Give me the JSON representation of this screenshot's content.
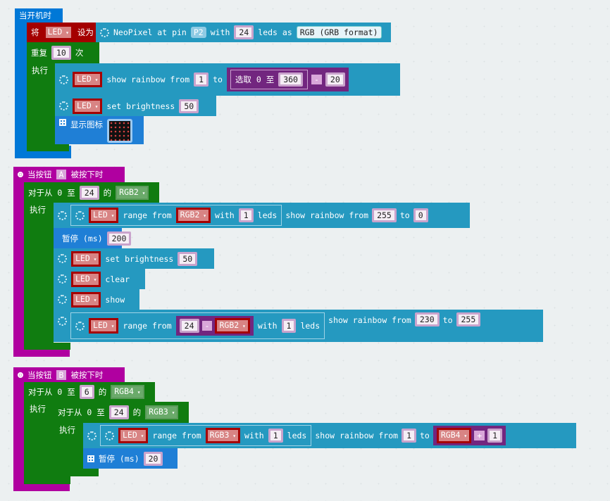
{
  "on_start": {
    "hat": "当开机时",
    "set_prefix": "将",
    "var": "LED",
    "set_suffix": "设为",
    "neopixel_label": "NeoPixel at pin",
    "pin": "P2",
    "with": "with",
    "led_count": "24",
    "leds_as": "leds as",
    "mode": "RGB (GRB format)",
    "repeat": "重复",
    "repeat_count": "10",
    "times": "次",
    "do": "执行",
    "show_rainbow_from": "show rainbow from",
    "from_value": "1",
    "to": "to",
    "pick_random": "选取 0 至",
    "random_max": "360",
    "op": "-",
    "subtract": "20",
    "set_brightness": "set brightness",
    "brightness": "50",
    "show_icon": "显示图标"
  },
  "button_a": {
    "hat_prefix": "当按钮",
    "button": "A",
    "hat_suffix": "被按下时",
    "for_label": "对于从 0 至",
    "for_max": "24",
    "of": "的",
    "loop_var": "RGB2",
    "do": "执行",
    "var": "LED",
    "range_from": "range from",
    "with": "with",
    "range_len": "1",
    "leds": "leds",
    "show_rainbow_from": "show rainbow from",
    "r1_from": "255",
    "to": "to",
    "r1_to": "0",
    "pause": "暂停 (ms)",
    "pause_ms": "200",
    "set_brightness": "set brightness",
    "brightness": "50",
    "clear": "clear",
    "show": "show",
    "minuend": "24",
    "op": "-",
    "r2_from": "230",
    "r2_to": "255"
  },
  "button_b": {
    "hat_prefix": "当按钮",
    "button": "B",
    "hat_suffix": "被按下时",
    "for_label": "对于从 0 至",
    "outer_max": "6",
    "of": "的",
    "outer_var": "RGB4",
    "inner_max": "24",
    "inner_var": "RGB3",
    "do": "执行",
    "var": "LED",
    "range_from": "range from",
    "with": "with",
    "range_len": "1",
    "leds": "leds",
    "show_rainbow_from": "show rainbow from",
    "rb_from": "1",
    "to": "to",
    "op": "+",
    "addend": "1",
    "pause": "暂停 (ms)",
    "pause_ms": "20"
  }
}
